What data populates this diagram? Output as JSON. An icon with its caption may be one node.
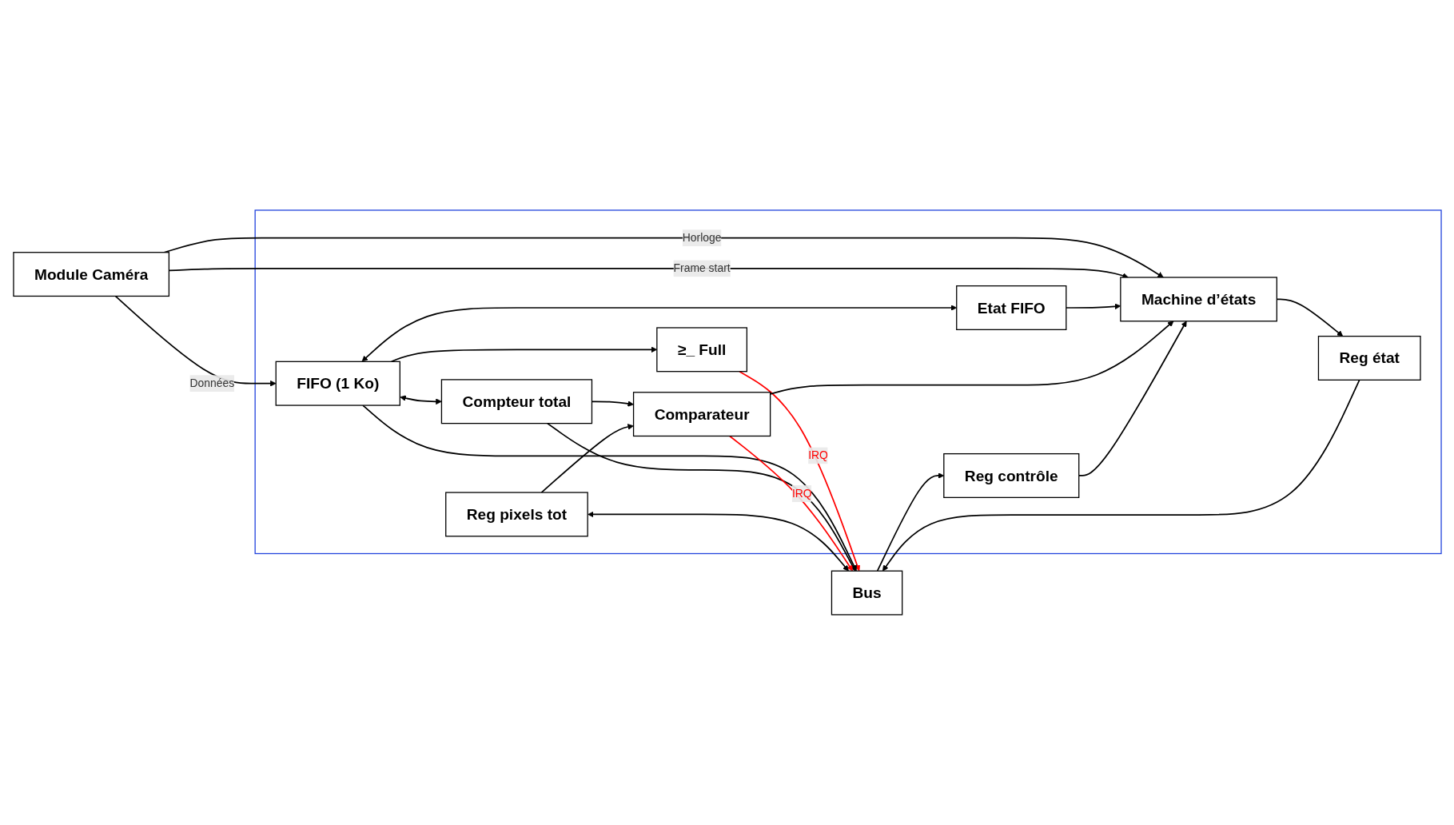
{
  "diagram": {
    "nodes": [
      {
        "text": [
          "Module Caméra"
        ]
      },
      {
        "text": [],
        "shape": "box"
      },
      {
        "text": [
          "≥_ Full"
        ],
        "in": 1
      },
      {
        "text": [
          "FIFO (1 Ko)"
        ],
        "in": 1
      },
      {
        "text": [
          "Etat FIFO"
        ],
        "in": 1
      },
      {
        "text": [
          "Compteur total"
        ],
        "in": 1
      },
      {
        "text": [
          "Comparateur"
        ],
        "in": 1
      },
      {
        "text": [
          "Machine d’états"
        ],
        "in": 1
      },
      {
        "text": [
          "Reg pixels tot"
        ],
        "in": 1
      },
      {
        "text": [
          "Reg contrôle"
        ],
        "in": 1
      },
      {
        "text": [
          "Reg état"
        ],
        "in": 1
      },
      {
        "text": [
          "Bus"
        ]
      }
    ],
    "edges": [
      {
        "from": 0,
        "to": 3,
        "arrow": "to",
        "label": "Données"
      },
      {
        "from": 0,
        "to": 7,
        "arrow": "to",
        "label": "Horloge"
      },
      {
        "from": 0,
        "to": 7,
        "arrow": "to",
        "label": "Frame start"
      },
      {
        "from": 3,
        "to": 2,
        "arrow": "to"
      },
      {
        "from": 2,
        "to": 11,
        "arrow": "to",
        "label": "IRQ",
        "color": "#ff0000"
      },
      {
        "from": 3,
        "to": 11,
        "arrow": "to"
      },
      {
        "from": 3,
        "to": 4,
        "arrow": "both"
      },
      {
        "from": 3,
        "to": 5,
        "arrow": "both"
      },
      {
        "from": 5,
        "to": 11,
        "arrow": "to"
      },
      {
        "from": 4,
        "to": 7,
        "arrow": "to"
      },
      {
        "from": 5,
        "to": 6,
        "arrow": "to"
      },
      {
        "from": 6,
        "to": 7,
        "arrow": "to"
      },
      {
        "from": 6,
        "to": 11,
        "arrow": "to",
        "label": "IRQ",
        "color": "#ff0000"
      },
      {
        "from": 8,
        "to": 6,
        "arrow": "to"
      },
      {
        "from": 8,
        "to": 11,
        "arrow": "both"
      },
      {
        "from": 9,
        "to": 7,
        "arrow": "to"
      },
      {
        "from": 11,
        "to": 9,
        "arrow": "to"
      },
      {
        "from": 7,
        "to": 10,
        "arrow": "to"
      },
      {
        "from": 10,
        "to": 11,
        "arrow": "to"
      }
    ]
  }
}
